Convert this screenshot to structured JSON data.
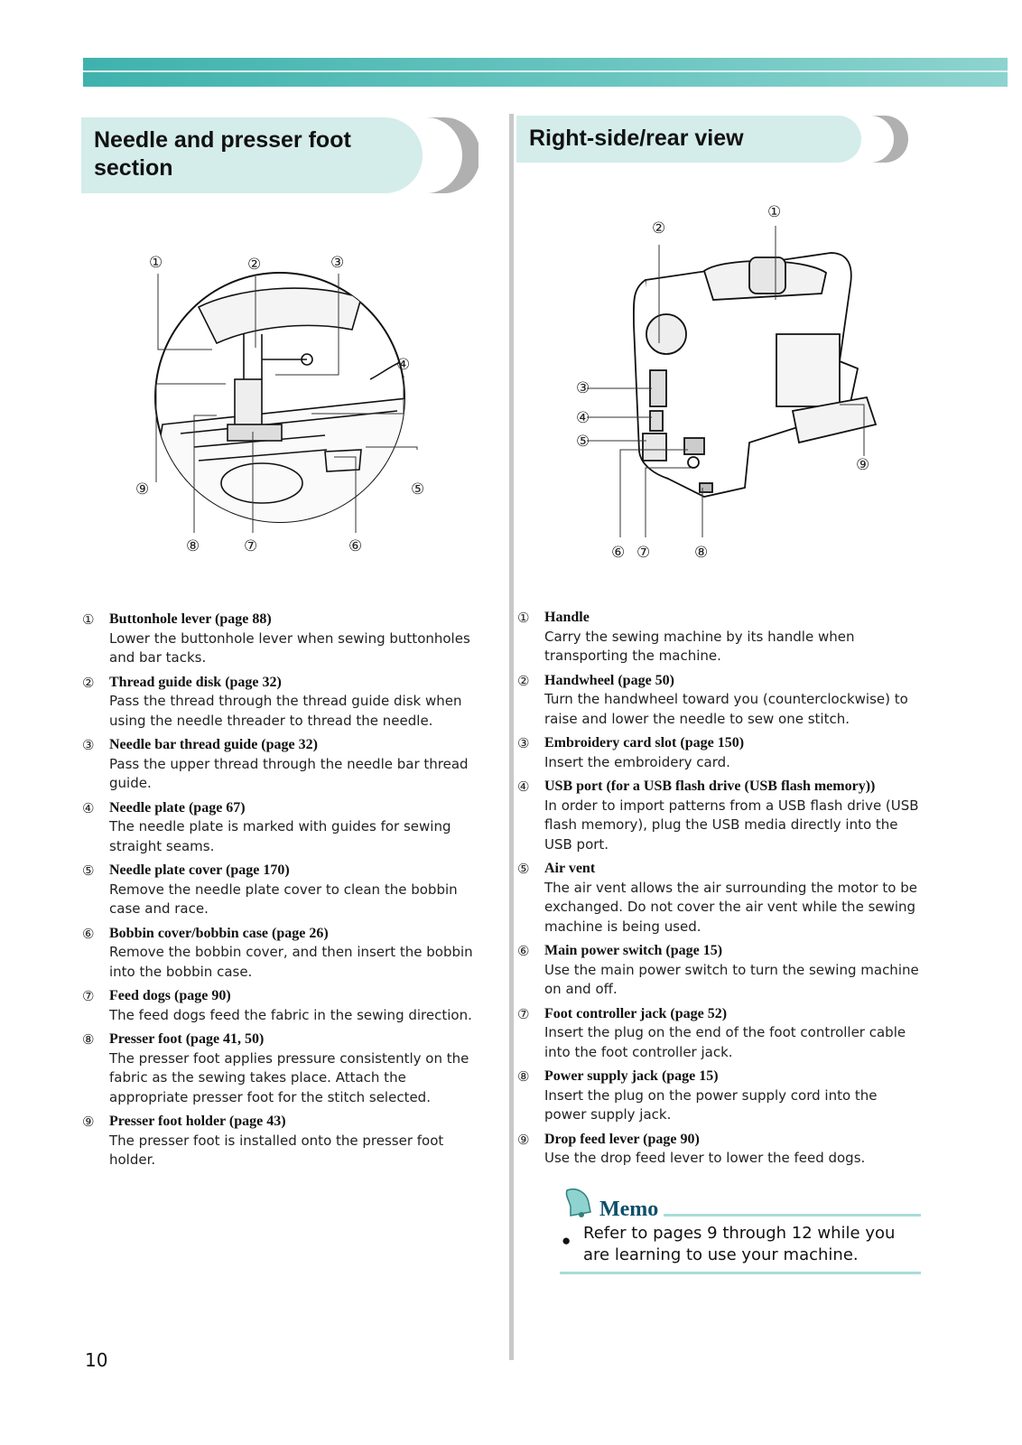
{
  "left": {
    "heading": "Needle and presser foot section",
    "callouts": [
      "①",
      "②",
      "③",
      "④",
      "⑤",
      "⑥",
      "⑦",
      "⑧",
      "⑨"
    ],
    "items": [
      {
        "num": "①",
        "title": "Buttonhole lever (page 88)",
        "desc": "Lower the buttonhole lever when sewing buttonholes and bar tacks."
      },
      {
        "num": "②",
        "title": "Thread guide disk (page 32)",
        "desc": "Pass the thread through the thread guide disk when using the needle threader to thread the needle."
      },
      {
        "num": "③",
        "title": "Needle bar thread guide (page 32)",
        "desc": "Pass the upper thread through the needle bar thread guide."
      },
      {
        "num": "④",
        "title": "Needle plate (page 67)",
        "desc": "The needle plate is marked with guides for sewing straight seams."
      },
      {
        "num": "⑤",
        "title": "Needle plate cover (page 170)",
        "desc": "Remove the needle plate cover to clean the bobbin case and race."
      },
      {
        "num": "⑥",
        "title": "Bobbin cover/bobbin case (page 26)",
        "desc": "Remove the bobbin cover, and then insert the bobbin into the bobbin case."
      },
      {
        "num": "⑦",
        "title": "Feed dogs (page 90)",
        "desc": "The feed dogs feed the fabric in the sewing direction."
      },
      {
        "num": "⑧",
        "title": "Presser foot (page 41, 50)",
        "desc": "The presser foot applies pressure consistently on the fabric as the sewing takes place. Attach the appropriate presser foot for the stitch selected."
      },
      {
        "num": "⑨",
        "title": "Presser foot holder (page 43)",
        "desc": "The presser foot is installed onto the presser foot holder."
      }
    ]
  },
  "right": {
    "heading": "Right-side/rear view",
    "callouts": [
      "①",
      "②",
      "③",
      "④",
      "⑤",
      "⑥",
      "⑦",
      "⑧",
      "⑨"
    ],
    "items": [
      {
        "num": "①",
        "title": "Handle",
        "desc": "Carry the sewing machine by its handle when transporting the machine."
      },
      {
        "num": "②",
        "title": "Handwheel (page 50)",
        "desc": "Turn the handwheel toward you (counterclockwise) to raise and lower the needle to sew one stitch."
      },
      {
        "num": "③",
        "title": "Embroidery card slot (page 150)",
        "desc": "Insert the embroidery card."
      },
      {
        "num": "④",
        "title": "USB port (for a USB flash drive (USB flash memory))",
        "desc": "In order to import patterns from a USB flash drive (USB flash memory), plug the USB media directly into the USB port."
      },
      {
        "num": "⑤",
        "title": "Air vent",
        "desc": "The air vent allows the air surrounding the motor to be exchanged. Do not cover the air vent while the sewing machine is being used."
      },
      {
        "num": "⑥",
        "title": "Main power switch (page 15)",
        "desc": "Use the main power switch to turn the sewing machine on and off."
      },
      {
        "num": "⑦",
        "title": "Foot controller jack (page 52)",
        "desc": "Insert the plug on the end of the foot controller cable into the foot controller jack."
      },
      {
        "num": "⑧",
        "title": "Power supply jack (page 15)",
        "desc": "Insert the plug on the power supply cord into the power supply jack."
      },
      {
        "num": "⑨",
        "title": "Drop feed lever (page 90)",
        "desc": "Use the drop feed lever to lower the feed dogs."
      }
    ]
  },
  "memo": {
    "title": "Memo",
    "bullet": "●",
    "text": "Refer to pages 9 through 12 while you are learning to use your machine."
  },
  "page_number": "10"
}
